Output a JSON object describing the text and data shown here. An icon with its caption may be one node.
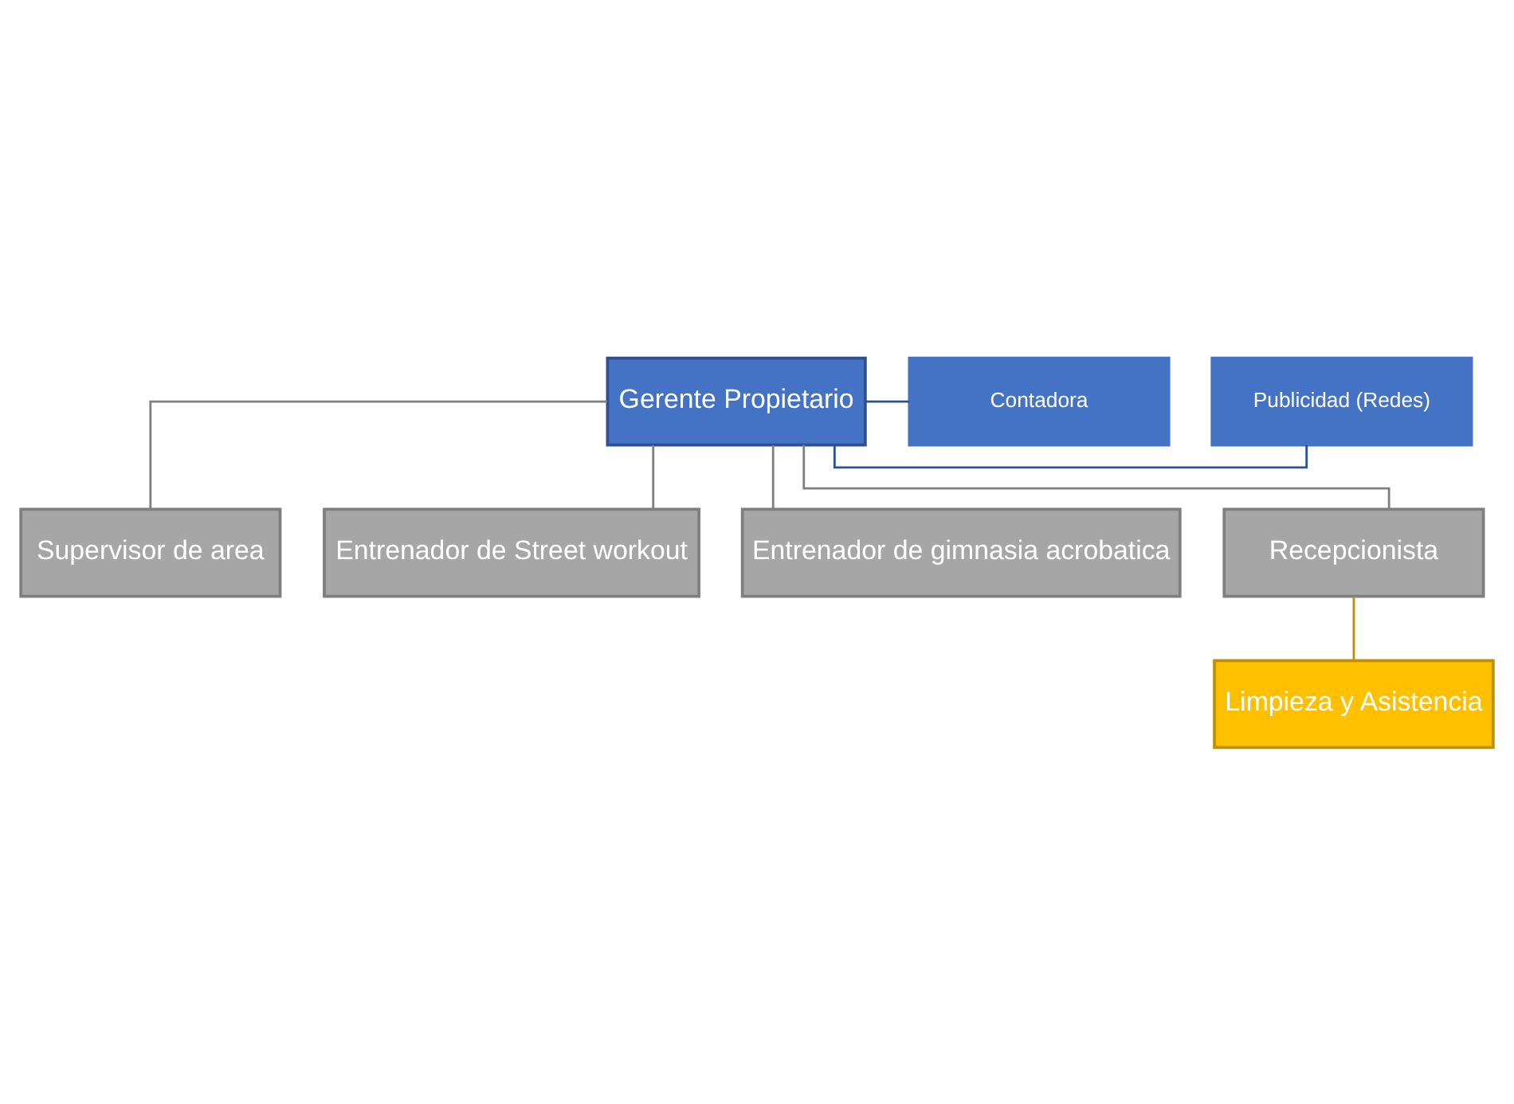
{
  "diagram": {
    "nodes": [
      {
        "text": [
          "Gerente Propietario"
        ]
      },
      {
        "text": [
          "Publicidad (Redes)"
        ]
      },
      {
        "text": [
          "Contadora"
        ]
      },
      {
        "text": [
          "Supervisor de area"
        ]
      },
      {
        "text": [
          "Entrenador de Street workout"
        ]
      },
      {
        "text": [
          "Entrenador de gimnasia acrobatica"
        ]
      },
      {
        "text": [
          "Recepcionista"
        ]
      },
      {
        "text": [
          "Limpieza y Asistencia"
        ]
      }
    ],
    "edges": [
      {
        "from": 0,
        "to": 1,
        "arrow": "none",
        "color": "#2f4f8f"
      },
      {
        "from": 0,
        "to": 2,
        "arrow": "none",
        "color": "#2f4f8f"
      },
      {
        "from": 0,
        "to": 3,
        "arrow": "none"
      },
      {
        "from": 0,
        "to": 4,
        "arrow": "none"
      },
      {
        "from": 0,
        "to": 5,
        "arrow": "none"
      },
      {
        "from": 0,
        "to": 6,
        "arrow": "none"
      },
      {
        "from": 6,
        "to": 7,
        "arrow": "none",
        "color": "#bf9000"
      }
    ]
  }
}
